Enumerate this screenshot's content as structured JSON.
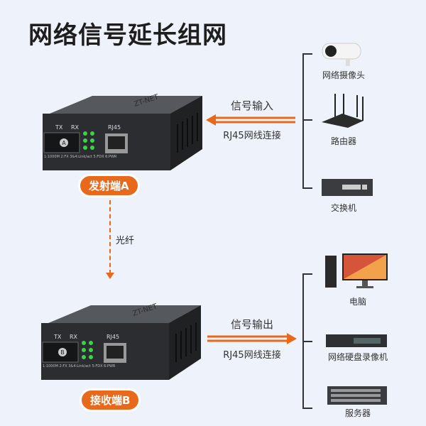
{
  "title": "网络信号延长组网",
  "top_devices": [
    {
      "label": "网络摄像头",
      "icon": "camera-icon"
    },
    {
      "label": "路由器",
      "icon": "router-icon"
    },
    {
      "label": "交换机",
      "icon": "switch-icon"
    }
  ],
  "bottom_devices": [
    {
      "label": "电脑",
      "icon": "computer-icon"
    },
    {
      "label": "网络硬盘录像机",
      "icon": "nvr-icon"
    },
    {
      "label": "服务器",
      "icon": "server-icon"
    }
  ],
  "input_link": {
    "title": "信号输入",
    "sub": "RJ45网线连接"
  },
  "output_link": {
    "title": "信号输出",
    "sub": "RJ45网线连接"
  },
  "fiber_label": "光纤",
  "converter_a": {
    "name": "发射端A",
    "port_letter": "A",
    "tx": "TX",
    "rx": "RX",
    "rj45": "RJ45",
    "brand": "ZT-NET",
    "legend": "1:1000M 2:FX 3&4:Link/act 5:FDX 6:PWR"
  },
  "converter_b": {
    "name": "接收端B",
    "port_letter": "B",
    "tx": "TX",
    "rx": "RX",
    "rj45": "RJ45",
    "brand": "ZT-NET",
    "legend": "1:1000M 2:FX 3&4:Link/act 5:FDX 6:PWR"
  },
  "colors": {
    "accent": "#e8691b",
    "background": "#eef3fb"
  }
}
